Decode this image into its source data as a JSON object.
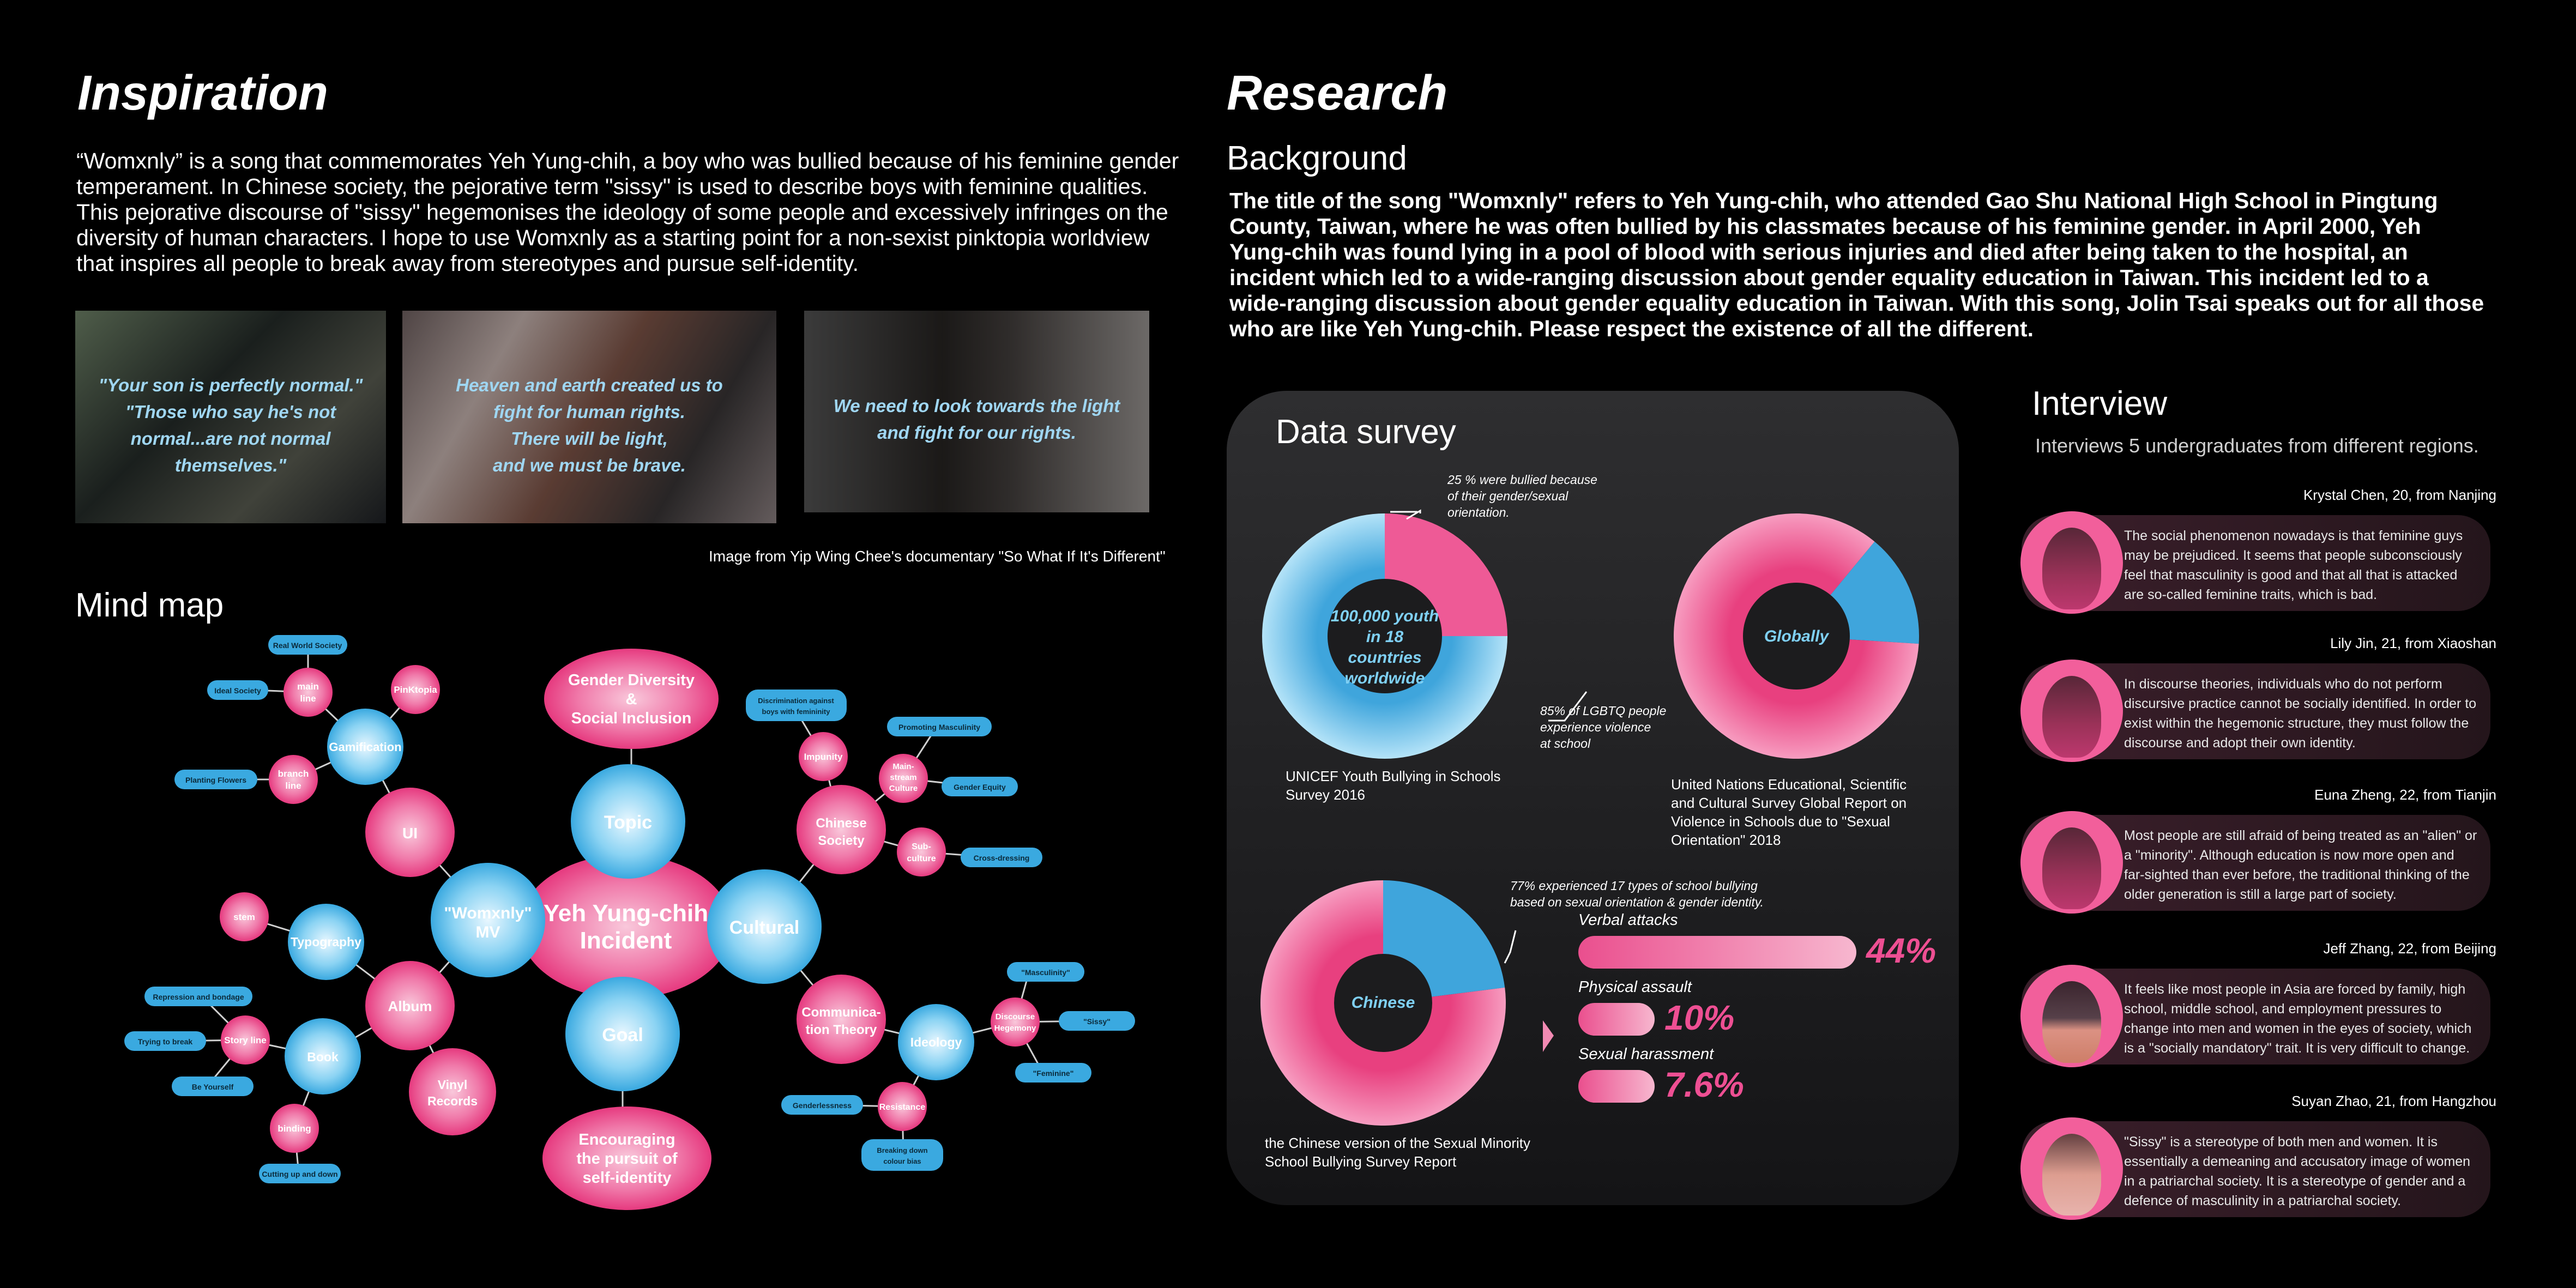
{
  "inspiration": {
    "title": "Inspiration",
    "paragraph": "“Womxnly” is a song that commemorates Yeh Yung-chih, a boy who was bullied because of his feminine gender temperament. In Chinese society, the pejorative term \"sissy\" is used to describe boys with feminine qualities. This pejorative discourse of \"sissy\" hegemonises the ideology of some people and excessively infringes on the diversity of human characters. I hope to use Womxnly as a starting point for a non-sexist pinktopia worldview that inspires all people to break away from stereotypes and pursue self-identity.",
    "quotes": [
      "\"Your son is perfectly normal.\"",
      "\"Those who say he's not",
      "normal...are not normal",
      "themselves.\""
    ],
    "quote2": [
      "Heaven and earth created us to",
      "fight for human rights.",
      "There will be light,",
      "and we must be brave."
    ],
    "quote3": [
      "We need to look towards the light",
      "and fight for our rights."
    ],
    "image_caption": "Image from Yip Wing Chee's documentary \"So What If It's Different\""
  },
  "mindmap": {
    "title": "Mind map",
    "center": [
      "Yeh Yung-chih",
      "Incident"
    ],
    "nodes": {
      "gender": [
        "Gender Diversity",
        "&",
        "Social Inclusion"
      ],
      "topic": "Topic",
      "cultural": "Cultural",
      "goal": "Goal",
      "encouraging": [
        "Encouraging",
        "the pursuit of",
        "self-identity"
      ],
      "mv": [
        "\"Womxnly\"",
        "MV"
      ],
      "ui": "UI",
      "gamification": "Gamification",
      "main_line": [
        "main",
        "line"
      ],
      "branch_line": [
        "branch",
        "line"
      ],
      "pinktopia": "PinKtopia",
      "typography": "Typography",
      "stem": "stem",
      "album": "Album",
      "book": "Book",
      "story_line": "Story line",
      "binding": "binding",
      "vinyl": [
        "Vinyl",
        "Records"
      ],
      "chinese_society": [
        "Chinese",
        "Society"
      ],
      "impunity": "Impunity",
      "mainstream": [
        "Main-",
        "stream",
        "Culture"
      ],
      "subculture": [
        "Sub-",
        "culture"
      ],
      "communication": [
        "Communica-",
        "tion Theory"
      ],
      "ideology": "Ideology",
      "discourse": [
        "Discourse",
        "Hegemony"
      ],
      "resistance": "Resistance"
    },
    "tags": {
      "real_world": "Real World Society",
      "ideal": "Ideal Society",
      "planting": "Planting Flowers",
      "repression": "Repression and bondage",
      "trying": "Trying to break",
      "be_yourself": "Be Yourself",
      "cutting": "Cutting up and down",
      "discrimination": [
        "Discrimination against",
        "boys with femininity"
      ],
      "promoting": "Promoting Masculinity",
      "gender_equity": "Gender Equity",
      "cross_dressing": "Cross-dressing",
      "masculinity": "\"Masculinity\"",
      "sissy": "\"Sissy\"",
      "feminine": "\"Feminine\"",
      "genderlessness": "Genderlessness",
      "breaking": [
        "Breaking down",
        "colour bias"
      ]
    }
  },
  "research": {
    "title": "Research",
    "background_title": "Background",
    "background": "The title of the song \"Womxnly\" refers to Yeh Yung-chih, who attended Gao Shu National High School in Pingtung County, Taiwan, where he was often bullied by his classmates because of his feminine gender. in April 2000, Yeh Yung-chih was found lying in a pool of blood with serious injuries and died after being taken to the hospital, an incident which led to a wide-ranging discussion about gender equality education in Taiwan. This incident led to a wide-ranging discussion about gender equality education in Taiwan. With this song, Jolin Tsai speaks out for all those who are like Yeh Yung-chih. Please respect the existence of all the different."
  },
  "survey": {
    "title": "Data survey",
    "donut1_center": [
      "100,000 youth",
      "in 18 countries",
      "worldwide"
    ],
    "donut1_anno": [
      "25 % were bullied because",
      "of their gender/sexual",
      "orientation."
    ],
    "donut1_source": [
      "UNICEF Youth Bullying in Schools",
      "Survey 2016"
    ],
    "donut2_center": "Globally",
    "donut2_anno": [
      "85% of LGBTQ people",
      "experience violence",
      "at school"
    ],
    "donut2_source": [
      "United Nations Educational, Scientific",
      "and Cultural Survey Global Report on",
      "Violence in Schools due to \"Sexual",
      "Orientation\" 2018"
    ],
    "donut3_center": "Chinese",
    "donut3_anno": [
      "77% experienced 17 types of school bullying",
      "based on sexual orientation & gender identity."
    ],
    "donut3_source": [
      "the Chinese version of the Sexual Minority",
      "School Bullying Survey Report"
    ],
    "bars": [
      {
        "label": "Verbal attacks",
        "value": 44,
        "text": "44%"
      },
      {
        "label": "Physical assault",
        "value": 10,
        "text": "10%"
      },
      {
        "label": "Sexual harassment",
        "value": 7.6,
        "text": "7.6%"
      }
    ],
    "donut_values": {
      "unicef_pct": 25,
      "unesco_pct": 85,
      "chinese_pct": 77
    }
  },
  "interview": {
    "title": "Interview",
    "subtitle": "Interviews 5 undergraduates from different regions.",
    "people": [
      {
        "name": "Krystal Chen, 20, from Nanjing",
        "text": "The social phenomenon nowadays is that feminine guys may be prejudiced. It seems that people subconsciously feel that masculinity is good and that all that is attacked are so-called feminine traits, which is bad."
      },
      {
        "name": "Lily Jin, 21, from Xiaoshan",
        "text": "In discourse theories, individuals who do not perform discursive practice cannot be socially identified. In order to exist within the hegemonic structure, they must follow the discourse and adopt their own identity."
      },
      {
        "name": "Euna Zheng, 22, from Tianjin",
        "text": "Most people are still afraid of being treated as an \"alien\" or a \"minority\". Although education is now more open and far-sighted than ever before, the traditional thinking of the older generation is still a large part of society."
      },
      {
        "name": "Jeff Zhang, 22, from Beijing",
        "text": "It feels like most people in Asia are forced by family, high school, middle school, and employment pressures to change into men and women in the eyes of society, which is a \"socially mandatory\" trait. It is very difficult to change."
      },
      {
        "name": "Suyan Zhao, 21, from Hangzhou",
        "text": "\"Sissy\" is a stereotype of both men and women. It is essentially a demeaning and accusatory image of women in a patriarchal society. It is a stereotype of gender and a defence of masculinity in a patriarchal society."
      }
    ]
  },
  "colors": {
    "pink": "#ee4f93",
    "blue": "#4db6e6",
    "light_blue": "#9fd6f2"
  }
}
